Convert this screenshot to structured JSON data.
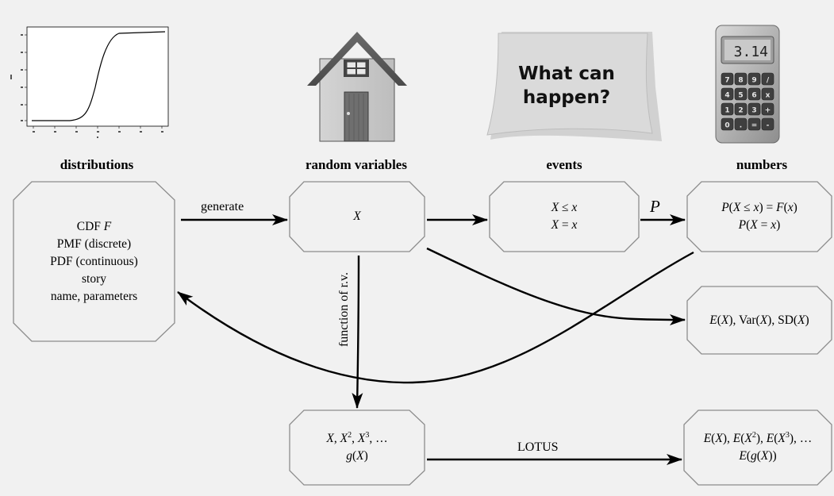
{
  "headers": {
    "distributions": "distributions",
    "random_variables": "random variables",
    "events": "events",
    "numbers": "numbers"
  },
  "icons": {
    "cdf_plot_icon": "cdf-plot-icon",
    "house_icon": "house-icon",
    "sticky_note_icon": "sticky-note-icon",
    "calculator_icon": "calculator-icon"
  },
  "note_text": [
    "What can",
    "happen?"
  ],
  "calculator_display": "3.14",
  "calculator_keys": [
    "7",
    "8",
    "9",
    "/",
    "4",
    "5",
    "6",
    "x",
    "1",
    "2",
    "3",
    "+",
    "0",
    ".",
    "=",
    "-"
  ],
  "boxes": {
    "distributions": {
      "cdf_prefix": "CDF ",
      "cdf_var": "F",
      "pmf": "PMF (discrete)",
      "pdf": "PDF (continuous)",
      "story": "story",
      "name_params": "name, parameters"
    },
    "random_variable": {
      "x": "X"
    },
    "events": {
      "line1": [
        "X",
        " ≤ ",
        "x"
      ],
      "line2": [
        "X",
        " = ",
        "x"
      ]
    },
    "probabilities": {
      "line1": [
        "P",
        "(",
        "X",
        " ≤ ",
        "x",
        ") = ",
        "F",
        "(",
        "x",
        ")"
      ],
      "line2": [
        "P",
        "(",
        "X",
        " = ",
        "x",
        ")"
      ]
    },
    "moments": [
      "E",
      "(",
      "X",
      "), Var(",
      "X",
      "), SD(",
      "X",
      ")"
    ],
    "functions": {
      "line1": [
        "X",
        ", ",
        "X",
        "2",
        ", ",
        "X",
        "3",
        ", …"
      ],
      "line2": [
        "g",
        "(",
        "X",
        ")"
      ]
    },
    "lotus_results": {
      "line1": [
        "E",
        "(",
        "X",
        "), ",
        "E",
        "(",
        "X",
        "2",
        "), ",
        "E",
        "(",
        "X",
        "3",
        "), …"
      ],
      "line2": [
        "E",
        "(",
        "g",
        "(",
        "X",
        "))"
      ]
    }
  },
  "edge_labels": {
    "generate": "generate",
    "prob": "P",
    "function_of_rv": "function of r.v.",
    "lotus": "LOTUS"
  },
  "colors": {
    "box_fill": "#f1f1f1",
    "box_stroke": "#8c8c8c",
    "arrow": "#000000",
    "background": "#f1f1f1"
  }
}
